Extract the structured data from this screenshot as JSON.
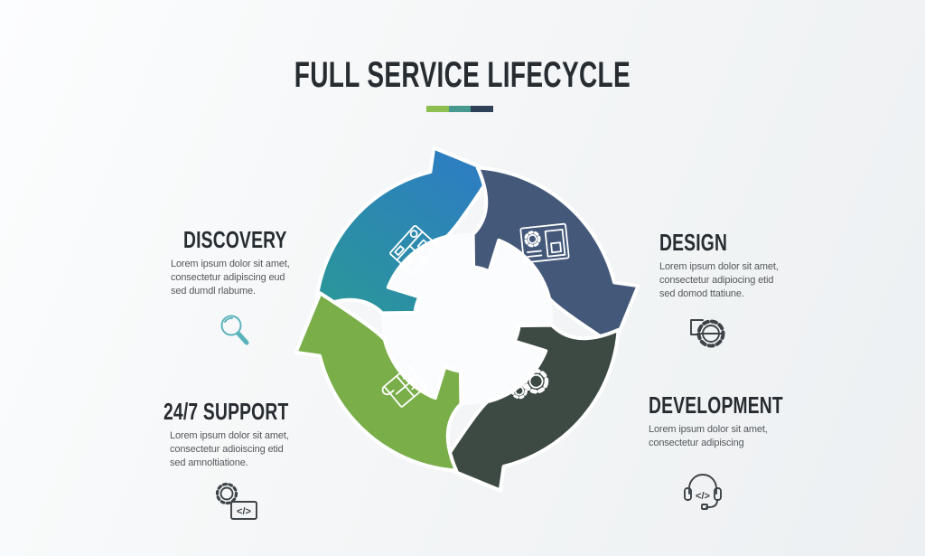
{
  "palette": {
    "background": "#f3f5f6",
    "heading_text": "#272c31",
    "body_text": "#55595d",
    "icon_outline": "#3d4347",
    "magnifier_teal": "#58b2b9",
    "segment_gap_white": "#ffffff"
  },
  "header": {
    "title": "FULL SERVICE LIFECYCLE",
    "underline_colors": [
      "#8cbf50",
      "#45998f",
      "#2f4158"
    ]
  },
  "cycle": {
    "center_color": "#fbfcfd",
    "segments": [
      {
        "stage": "discovery",
        "color_start": "#2a9a93",
        "color_end": "#2d7fc0",
        "icon": "wireframe-window-icon"
      },
      {
        "stage": "design",
        "color": "#44587a",
        "icon": "layout-gear-icon"
      },
      {
        "stage": "development",
        "color": "#3d4a44",
        "icon": "gears-icon"
      },
      {
        "stage": "support",
        "color": "#79ae49",
        "icon": "blueprint-icon"
      }
    ]
  },
  "sections": [
    {
      "id": "discovery",
      "title": "DISCOVERY",
      "body": "Lorem ipsum dolor sit amet, consectetur adipiscing eud sed dumdl rlabume.",
      "icon": "magnifier-icon"
    },
    {
      "id": "design",
      "title": "DESIGN",
      "body": "Lorem ipsum dolor sit amet, consectetur adipiocing etid sed domod ttatiune.",
      "icon": "gear-document-icon"
    },
    {
      "id": "support",
      "title": "24/7 SUPPORT",
      "body": "Lorem ipsum dolor sit amet, consectetur adioiscing etid sed amnoltiatione.",
      "icon": "gear-code-icon"
    },
    {
      "id": "development",
      "title": "DEVELOPMENT",
      "body": "Lorem ipsum dolor sit amet, consectetur adipiscing",
      "icon": "headset-code-icon"
    }
  ]
}
